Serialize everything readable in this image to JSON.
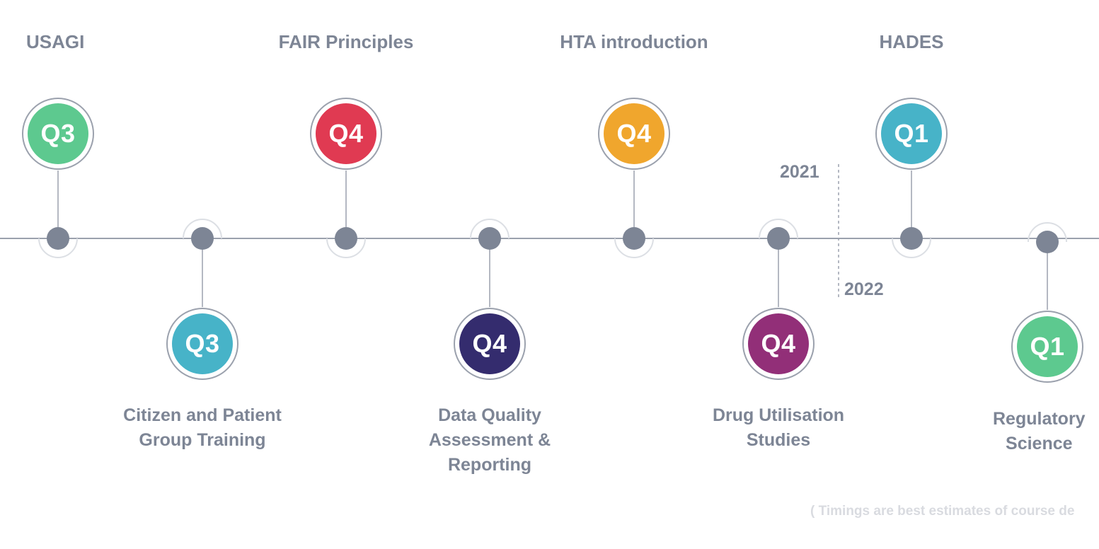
{
  "timeline": {
    "items": [
      {
        "title": "USAGI",
        "quarter": "Q3",
        "color": "#5dc98f",
        "position": "top"
      },
      {
        "title": "Citizen and Patient Group Training",
        "title_lines": [
          "Citizen and Patient",
          "Group Training"
        ],
        "quarter": "Q3",
        "color": "#47b3c8",
        "position": "bottom"
      },
      {
        "title": "FAIR Principles",
        "quarter": "Q4",
        "color": "#e03a52",
        "position": "top"
      },
      {
        "title": "Data Quality Assessment & Reporting",
        "title_lines": [
          "Data Quality",
          "Assessment &",
          "Reporting"
        ],
        "quarter": "Q4",
        "color": "#342c6e",
        "position": "bottom"
      },
      {
        "title": "HTA introduction",
        "quarter": "Q4",
        "color": "#f0a62d",
        "position": "top"
      },
      {
        "title": "Drug Utilisation Studies",
        "title_lines": [
          "Drug Utilisation",
          "Studies"
        ],
        "quarter": "Q4",
        "color": "#922f78",
        "position": "bottom"
      },
      {
        "title": "HADES",
        "quarter": "Q1",
        "color": "#47b3c8",
        "position": "top"
      },
      {
        "title": "Regulatory Science",
        "title_lines": [
          "Regulatory",
          "Science"
        ],
        "quarter": "Q1",
        "color": "#5dc98f",
        "position": "bottom"
      }
    ],
    "year_before": "2021",
    "year_after": "2022",
    "note": "( Timings are best estimates of course de"
  }
}
